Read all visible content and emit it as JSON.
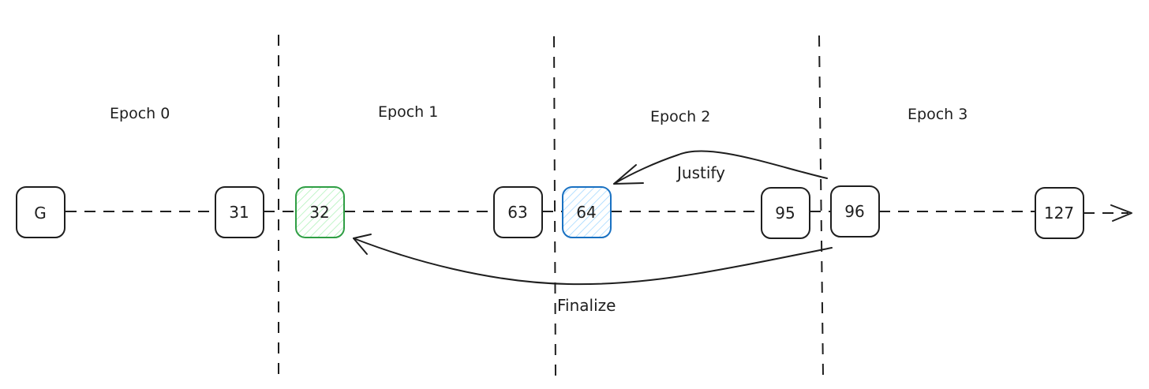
{
  "diagram": {
    "title": "",
    "epochs": [
      {
        "label": "Epoch 0"
      },
      {
        "label": "Epoch 1"
      },
      {
        "label": "Epoch 2"
      },
      {
        "label": "Epoch 3"
      }
    ],
    "blocks": [
      {
        "label": "G",
        "epoch": 0,
        "state": "normal"
      },
      {
        "label": "31",
        "epoch": 0,
        "state": "normal"
      },
      {
        "label": "32",
        "epoch": 1,
        "state": "finalized"
      },
      {
        "label": "63",
        "epoch": 1,
        "state": "normal"
      },
      {
        "label": "64",
        "epoch": 2,
        "state": "justified"
      },
      {
        "label": "95",
        "epoch": 2,
        "state": "normal"
      },
      {
        "label": "96",
        "epoch": 3,
        "state": "normal"
      },
      {
        "label": "127",
        "epoch": 3,
        "state": "normal"
      }
    ],
    "chain_continues": true,
    "arrows": [
      {
        "label": "Justify",
        "from": "96",
        "to": "64"
      },
      {
        "label": "Finalize",
        "from": "96",
        "to": "32"
      }
    ],
    "colors": {
      "ink": "#1e1e1e",
      "finalized_stroke": "#2f9e44",
      "finalized_fill": "#b2f2bb",
      "justified_stroke": "#1971c2",
      "justified_fill": "#a5d8ff"
    }
  }
}
